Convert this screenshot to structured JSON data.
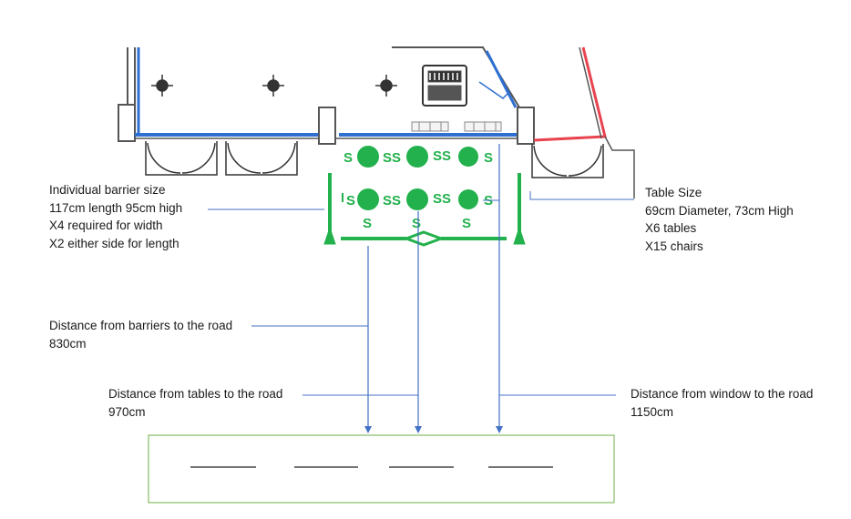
{
  "colors": {
    "green": "#22b14c",
    "blue_line": "#4472c4",
    "wall_blue": "#2e6fd1",
    "wall_red": "#e8434f",
    "road_border": "#70ad47"
  },
  "chair_letters": {
    "single": "S",
    "double": "SS"
  },
  "labels": {
    "barrier": {
      "line1": "Individual barrier size",
      "line2": "117cm length 95cm high",
      "line3": "X4 required for width",
      "line4": "X2 either side for length"
    },
    "table": {
      "line1": "Table Size",
      "line2": "69cm Diameter, 73cm High",
      "line3": "X6 tables",
      "line4": "X15 chairs"
    },
    "barriers_to_road": {
      "line1": "Distance from barriers to the road",
      "line2": "830cm"
    },
    "tables_to_road": {
      "line1": "Distance from tables to the road",
      "line2": "970cm"
    },
    "window_to_road": {
      "line1": "Distance from window to the road",
      "line2": "1150cm"
    }
  }
}
